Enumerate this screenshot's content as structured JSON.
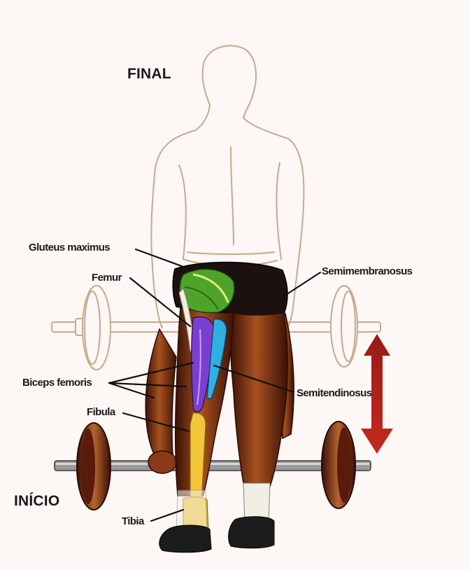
{
  "phases": {
    "final": "FINAL",
    "start": "INÍCIO"
  },
  "labels": {
    "gluteus_maximus": "Gluteus maximus",
    "femur": "Femur",
    "semimembranosus": "Semimembranosus",
    "biceps_femoris": "Biceps femoris",
    "semitendinosus": "Semitendinosus",
    "fibula": "Fibula",
    "tibia": "Tibia"
  },
  "colors": {
    "background": "#fdf7f6",
    "outline": "#c9a98a",
    "muscle_brown": "#6a2a10",
    "gluteus": "#4fa32a",
    "biceps_femoris": "#7a3fd0",
    "semitendinosus": "#2fb0e0",
    "bone": "#f3c53a",
    "arrow": "#b01a16"
  }
}
